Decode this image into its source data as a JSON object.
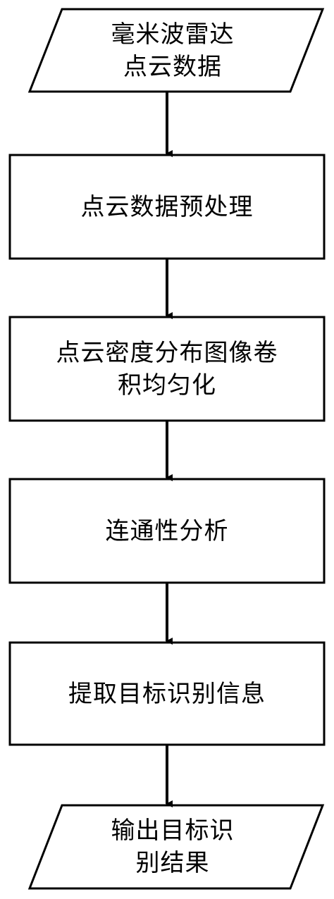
{
  "flowchart": {
    "nodes": [
      {
        "id": "input",
        "shape": "parallelogram",
        "lines": [
          "毫米波雷达",
          "点云数据"
        ]
      },
      {
        "id": "preprocess",
        "shape": "rectangle",
        "lines": [
          "点云数据预处理"
        ]
      },
      {
        "id": "convolution",
        "shape": "rectangle",
        "lines": [
          "点云密度分布图像卷",
          "积均匀化"
        ]
      },
      {
        "id": "connectivity",
        "shape": "rectangle",
        "lines": [
          "连通性分析"
        ]
      },
      {
        "id": "extract",
        "shape": "rectangle",
        "lines": [
          "提取目标识别信息"
        ]
      },
      {
        "id": "output",
        "shape": "parallelogram",
        "lines": [
          "输出目标识",
          "别结果"
        ]
      }
    ],
    "edges": [
      {
        "from": "input",
        "to": "preprocess"
      },
      {
        "from": "preprocess",
        "to": "convolution"
      },
      {
        "from": "convolution",
        "to": "connectivity"
      },
      {
        "from": "connectivity",
        "to": "extract"
      },
      {
        "from": "extract",
        "to": "output"
      }
    ],
    "colors": {
      "stroke": "#000000",
      "fill": "#ffffff",
      "text": "#000000"
    }
  }
}
